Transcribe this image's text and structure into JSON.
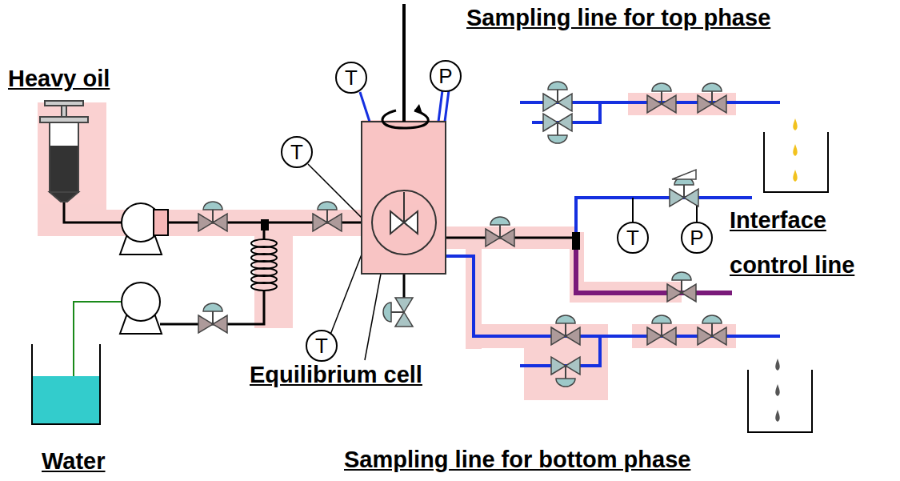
{
  "diagram": {
    "nodes": [
      {
        "text": [
          "T"
        ]
      },
      {
        "text": [
          "P"
        ]
      },
      {
        "text": [
          "T"
        ]
      },
      {
        "text": [
          "T"
        ]
      },
      {
        "text": [
          "P"
        ]
      },
      {
        "text": [
          "T"
        ]
      }
    ],
    "labels": [
      "Sampling line for top phase",
      "Heavy oil",
      "Interface control line",
      "Equilibrium cell",
      "Water",
      "Sampling line for bottom phase"
    ]
  }
}
